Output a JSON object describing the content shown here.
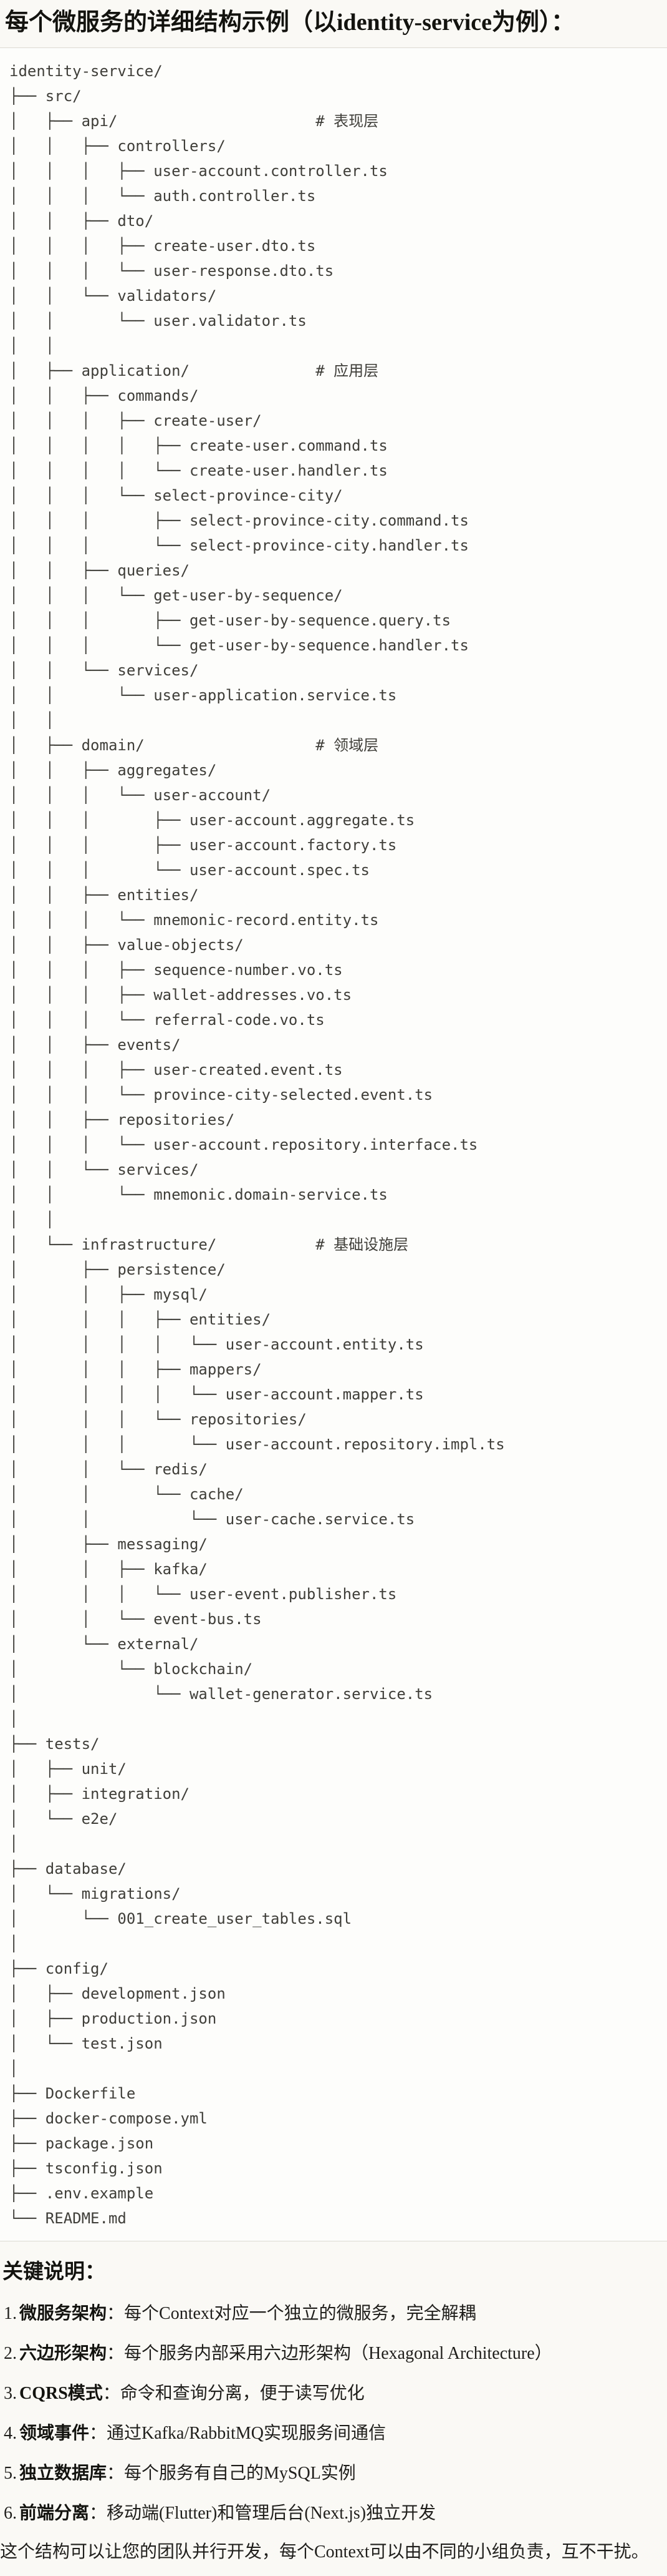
{
  "page": {
    "title": "每个微服务的详细结构示例（以identity-service为例）："
  },
  "colors": {
    "page_background": "#faf9f5",
    "code_background": "#fdfdfb",
    "divider": "#dcdad2",
    "code_text": "#3f3e39",
    "body_text": "#1f1e1b"
  },
  "tree": {
    "lines": [
      "identity-service/",
      "├── src/",
      "│   ├── api/                      # 表现层",
      "│   │   ├── controllers/",
      "│   │   │   ├── user-account.controller.ts",
      "│   │   │   └── auth.controller.ts",
      "│   │   ├── dto/",
      "│   │   │   ├── create-user.dto.ts",
      "│   │   │   └── user-response.dto.ts",
      "│   │   └── validators/",
      "│   │       └── user.validator.ts",
      "│   │",
      "│   ├── application/              # 应用层",
      "│   │   ├── commands/",
      "│   │   │   ├── create-user/",
      "│   │   │   │   ├── create-user.command.ts",
      "│   │   │   │   └── create-user.handler.ts",
      "│   │   │   └── select-province-city/",
      "│   │   │       ├── select-province-city.command.ts",
      "│   │   │       └── select-province-city.handler.ts",
      "│   │   ├── queries/",
      "│   │   │   └── get-user-by-sequence/",
      "│   │   │       ├── get-user-by-sequence.query.ts",
      "│   │   │       └── get-user-by-sequence.handler.ts",
      "│   │   └── services/",
      "│   │       └── user-application.service.ts",
      "│   │",
      "│   ├── domain/                   # 领域层",
      "│   │   ├── aggregates/",
      "│   │   │   └── user-account/",
      "│   │   │       ├── user-account.aggregate.ts",
      "│   │   │       ├── user-account.factory.ts",
      "│   │   │       └── user-account.spec.ts",
      "│   │   ├── entities/",
      "│   │   │   └── mnemonic-record.entity.ts",
      "│   │   ├── value-objects/",
      "│   │   │   ├── sequence-number.vo.ts",
      "│   │   │   ├── wallet-addresses.vo.ts",
      "│   │   │   └── referral-code.vo.ts",
      "│   │   ├── events/",
      "│   │   │   ├── user-created.event.ts",
      "│   │   │   └── province-city-selected.event.ts",
      "│   │   ├── repositories/",
      "│   │   │   └── user-account.repository.interface.ts",
      "│   │   └── services/",
      "│   │       └── mnemonic.domain-service.ts",
      "│   │",
      "│   └── infrastructure/           # 基础设施层",
      "│       ├── persistence/",
      "│       │   ├── mysql/",
      "│       │   │   ├── entities/",
      "│       │   │   │   └── user-account.entity.ts",
      "│       │   │   ├── mappers/",
      "│       │   │   │   └── user-account.mapper.ts",
      "│       │   │   └── repositories/",
      "│       │   │       └── user-account.repository.impl.ts",
      "│       │   └── redis/",
      "│       │       └── cache/",
      "│       │           └── user-cache.service.ts",
      "│       ├── messaging/",
      "│       │   ├── kafka/",
      "│       │   │   └── user-event.publisher.ts",
      "│       │   └── event-bus.ts",
      "│       └── external/",
      "│           └── blockchain/",
      "│               └── wallet-generator.service.ts",
      "│",
      "├── tests/",
      "│   ├── unit/",
      "│   ├── integration/",
      "│   └── e2e/",
      "│",
      "├── database/",
      "│   └── migrations/",
      "│       └── 001_create_user_tables.sql",
      "│",
      "├── config/",
      "│   ├── development.json",
      "│   ├── production.json",
      "│   └── test.json",
      "│",
      "├── Dockerfile",
      "├── docker-compose.yml",
      "├── package.json",
      "├── tsconfig.json",
      "├── .env.example",
      "└── README.md"
    ]
  },
  "notes": {
    "heading": "关键说明：",
    "items": [
      {
        "num": "1.",
        "term": "微服务架构",
        "rest": "：每个Context对应一个独立的微服务，完全解耦"
      },
      {
        "num": "2.",
        "term": "六边形架构",
        "rest": "：每个服务内部采用六边形架构（Hexagonal Architecture）"
      },
      {
        "num": "3.",
        "term": "CQRS模式",
        "rest": "：命令和查询分离，便于读写优化"
      },
      {
        "num": "4.",
        "term": "领域事件",
        "rest": "：通过Kafka/RabbitMQ实现服务间通信"
      },
      {
        "num": "5.",
        "term": "独立数据库",
        "rest": "：每个服务有自己的MySQL实例"
      },
      {
        "num": "6.",
        "term": "前端分离",
        "rest": "：移动端(Flutter)和管理后台(Next.js)独立开发"
      }
    ],
    "footer": "这个结构可以让您的团队并行开发，每个Context可以由不同的小组负责，互不干扰。"
  }
}
